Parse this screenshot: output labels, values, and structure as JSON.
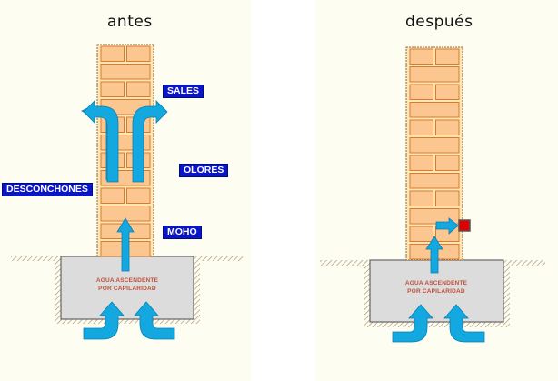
{
  "colors": {
    "panel_bg": "#fdfdf1",
    "brick": "#fbc690",
    "brick_outline": "#d87a30",
    "mortar": "#fde6b4",
    "foundation": "#dcdcdc",
    "arrow": "#14a8e0",
    "label_bg": "#0a14c8",
    "caption": "#c0503a",
    "barrier": "#dd0000"
  },
  "panels": {
    "before": {
      "title": "antes",
      "labels": {
        "sales": "SALES",
        "olores": "OLORES",
        "desconchones": "DESCONCHONES",
        "moho": "MOHO"
      },
      "caption_line1": "AGUA ASCENDENTE",
      "caption_line2": "POR CAPILARIDAD"
    },
    "after": {
      "title": "después",
      "caption_line1": "AGUA ASCENDENTE",
      "caption_line2": "POR CAPILARIDAD",
      "barrier_icon": "red-square-barrier"
    }
  }
}
